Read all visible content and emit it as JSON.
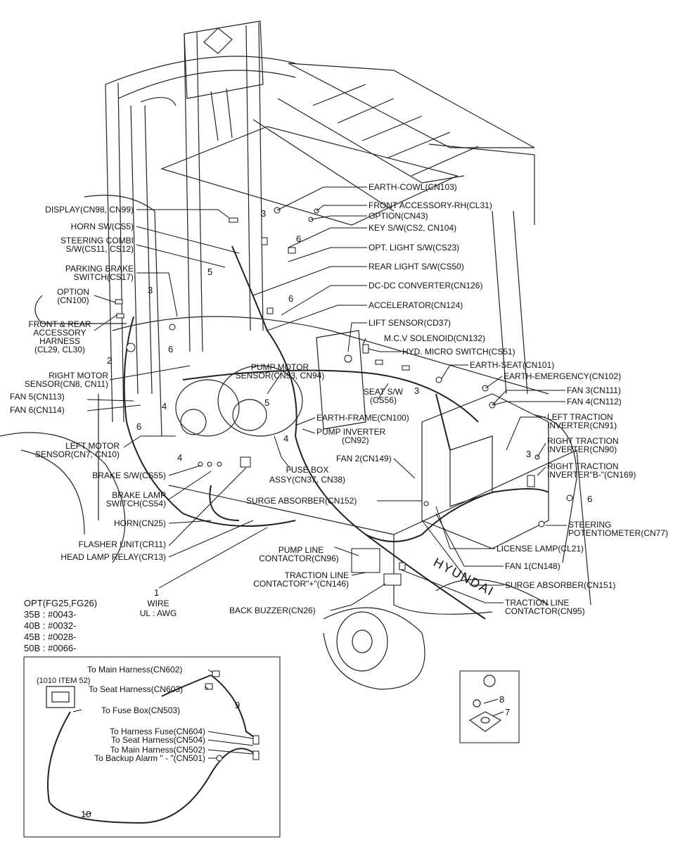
{
  "labels_right": [
    "EARTH-COWL(CN103)",
    "FRONT ACCESSORY-RH(CL31)",
    "OPTION(CN43)",
    "KEY S/W(CS2, CN104)",
    "OPT. LIGHT S/W(CS23)",
    "REAR LIGHT S/W(CS50)",
    "DC-DC CONVERTER(CN126)",
    "ACCELERATOR(CN124)",
    "LIFT SENSOR(CD37)",
    "M.C.V SOLENOID(CN132)",
    "HYD. MICRO SWITCH(CS51)",
    "EARTH-SEAT(CN101)",
    "EARTH-EMERGENCY(CN102)",
    "FAN 3(CN111)",
    "FAN 4(CN112)",
    "LEFT TRACTION",
    "INVERTER(CN91)",
    "RIGHT TRACTION",
    "INVERTER(CN90)",
    "RIGHT TRACTION",
    "INVERTER\"B-\"(CN169)",
    "STEERING",
    "POTENTIOMETER(CN77)",
    "LICENSE LAMP(CL21)",
    "FAN 1(CN148)",
    "SURGE ABSORBER(CN151)",
    "TRACTION LINE",
    "CONTACTOR(CN95)"
  ],
  "labels_left": [
    "DISPLAY(CN98, CN99)",
    "HORN SW(CS5)",
    "STEERING COMBI",
    "S/W(CS11, CS12)",
    "PARKING BRAKE",
    "SWITCH(CS17)",
    "OPTION",
    "(CN100)",
    "FRONT & REAR",
    "ACCESSORY",
    "HARNESS",
    "(CL29, CL30)",
    "RIGHT MOTOR",
    "SENSOR(CN8, CN11)",
    "FAN 5(CN113)",
    "FAN 6(CN114)",
    "LEFT MOTOR",
    "SENSOR(CN7, CN10)",
    "BRAKE S/W(CS55)",
    "BRAKE LAMP",
    "SWITCH(CS54)",
    "HORN(CN25)",
    "FLASHER UNIT(CR11)",
    "HEAD LAMP RELAY(CR13)"
  ],
  "labels_center": [
    "PUMP MOTOR",
    "SENSOR(CN93, CN94)",
    "SEAT S/W",
    "(CS56)",
    "EARTH-FRAME(CN100)",
    "PUMP INVERTER",
    "(CN92)",
    "FAN 2(CN149)",
    "FUSE BOX",
    "ASSY(CN37, CN38)",
    "SURGE ABSORBER(CN152)",
    "PUMP LINE",
    "CONTACTOR(CN96)",
    "TRACTION LINE",
    "CONTACTOR\"+\"(CN146)",
    "BACK BUZZER(CN26)"
  ],
  "wire": {
    "item": "1",
    "line1": "WIRE",
    "line2": "UL : AWG"
  },
  "option_block": [
    "OPT(FG25,FG26)",
    "35B : #0043-",
    "40B : #0032-",
    "45B : #0028-",
    "50B : #0066-"
  ],
  "inset_labels": [
    "To Main Harness(CN602)",
    "(1010 ITEM 52)",
    "To Seat Harness(CN603)",
    "To Fuse Box(CN503)",
    "To Harness Fuse(CN604)",
    "To Seat Harness(CN504)",
    "To Main Harness(CN502)",
    "To Backup Alarm \" - \"(CN501)"
  ],
  "item_numbers": [
    "3",
    "6",
    "5",
    "3",
    "6",
    "6",
    "2",
    "5",
    "4",
    "6",
    "4",
    "4",
    "3",
    "3",
    "6",
    "9",
    "10",
    "8",
    "7"
  ],
  "brand_text": "HYUNDAI"
}
